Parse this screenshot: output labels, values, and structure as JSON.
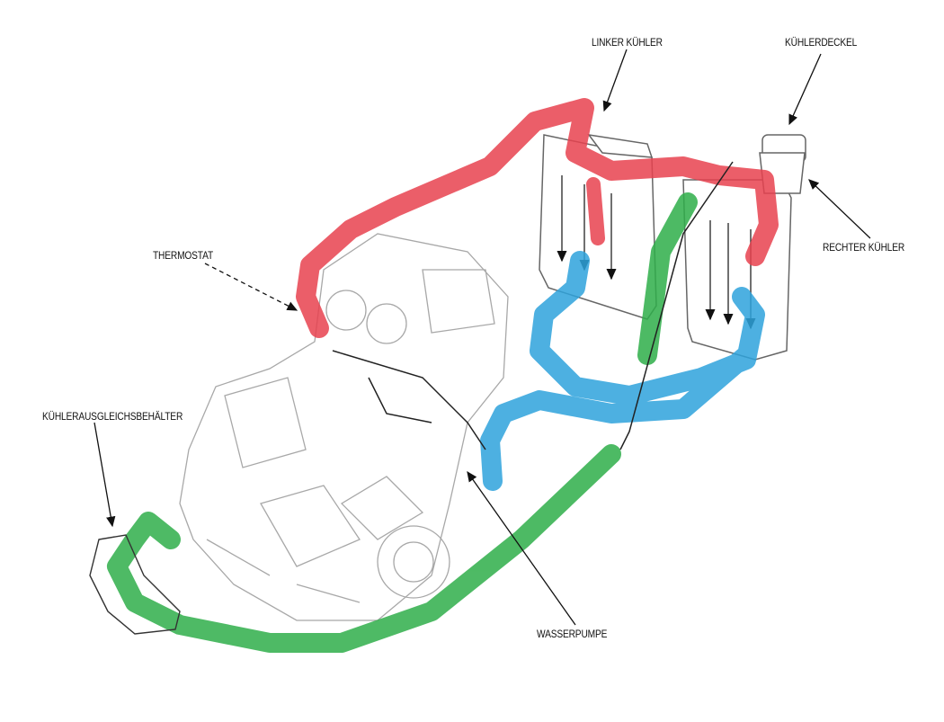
{
  "labels": {
    "left_radiator": "LINKER KÜHLER",
    "radiator_cap": "KÜHLERDECKEL",
    "thermostat": "THERMOSTAT",
    "right_radiator": "RECHTER KÜHLER",
    "reserve_tank": "KÜHLERAUSGLEICHSBEHÄLTER",
    "water_pump": "WASSERPUMPE"
  },
  "colors": {
    "hot": "#e8424f",
    "cold": "#2ea3dc",
    "reserve": "#2fae4a",
    "outline": "#9a9a9a"
  }
}
